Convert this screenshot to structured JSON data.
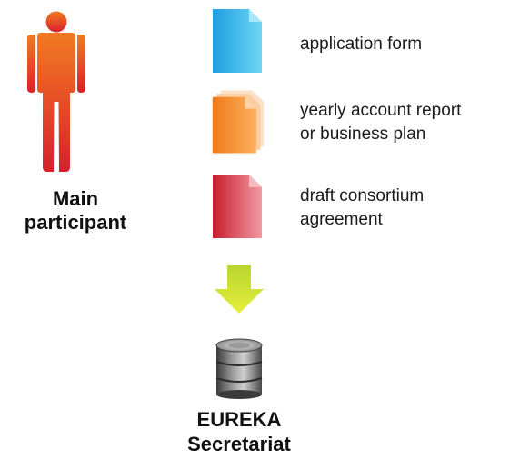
{
  "participant": {
    "icon": "person-icon",
    "label_line1": "Main",
    "label_line2": "participant",
    "color": "#e0502a"
  },
  "documents": [
    {
      "icon": "document-icon",
      "label_line1": "application form",
      "label_line2": "",
      "color": "#29b6e8"
    },
    {
      "icon": "document-stack-icon",
      "label_line1": "yearly account report",
      "label_line2": "or business plan",
      "color": "#f08a24"
    },
    {
      "icon": "document-icon",
      "label_line1": "draft consortium",
      "label_line2": "agreement",
      "color": "#cf2f3a"
    }
  ],
  "arrow": {
    "icon": "arrow-down-icon",
    "color": "#a3c51b"
  },
  "target": {
    "icon": "database-icon",
    "label_line1": "EUREKA",
    "label_line2": "Secretariat"
  }
}
